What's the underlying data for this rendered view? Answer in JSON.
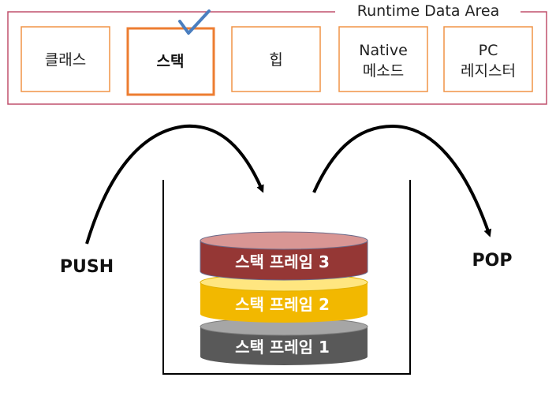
{
  "runtime_area": {
    "title": "Runtime Data Area",
    "selected_index": 1,
    "boxes": [
      {
        "lines": [
          "클래스"
        ]
      },
      {
        "lines": [
          "스택"
        ]
      },
      {
        "lines": [
          "힙"
        ]
      },
      {
        "lines": [
          "Native",
          "메소드"
        ]
      },
      {
        "lines": [
          "PC",
          "레지스터"
        ]
      }
    ]
  },
  "stack": {
    "frames": [
      {
        "label": "스택 프레임 3",
        "color": "#953735"
      },
      {
        "label": "스택 프레임 2",
        "color": "#f2b800"
      },
      {
        "label": "스택 프레임 1",
        "color": "#595959"
      }
    ]
  },
  "push_label": "PUSH",
  "pop_label": "POP",
  "colors": {
    "area_border": "#c0506d",
    "box_border": "#f09446",
    "selected_border": "#ed7d31",
    "checkmark": "#4a7ebf"
  }
}
